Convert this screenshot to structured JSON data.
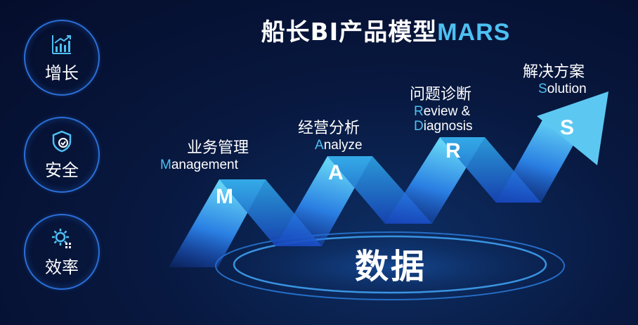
{
  "title": {
    "prefix": "船长BI产品模型",
    "highlight": "MARS"
  },
  "side_badges": [
    {
      "label": "增长",
      "icon": "growth-chart-icon"
    },
    {
      "label": "安全",
      "icon": "shield-check-icon"
    },
    {
      "label": "效率",
      "icon": "gear-efficiency-icon"
    }
  ],
  "stages": [
    {
      "letter": "M",
      "zh": "业务管理",
      "en_initial": "M",
      "en_rest": "anagement"
    },
    {
      "letter": "A",
      "zh": "经营分析",
      "en_initial": "A",
      "en_rest": "nalyze"
    },
    {
      "letter": "R",
      "zh": "问题诊断",
      "en_line1_initial": "R",
      "en_line1_rest": "eview &",
      "en_line2_initial": "D",
      "en_line2_rest": "iagnosis"
    },
    {
      "letter": "S",
      "zh": "解决方案",
      "en_initial": "S",
      "en_rest": "olution"
    }
  ],
  "base_label": "数据",
  "colors": {
    "accent": "#4ec0f2",
    "ring": "#2a6fd8",
    "background": "#050d2b"
  }
}
